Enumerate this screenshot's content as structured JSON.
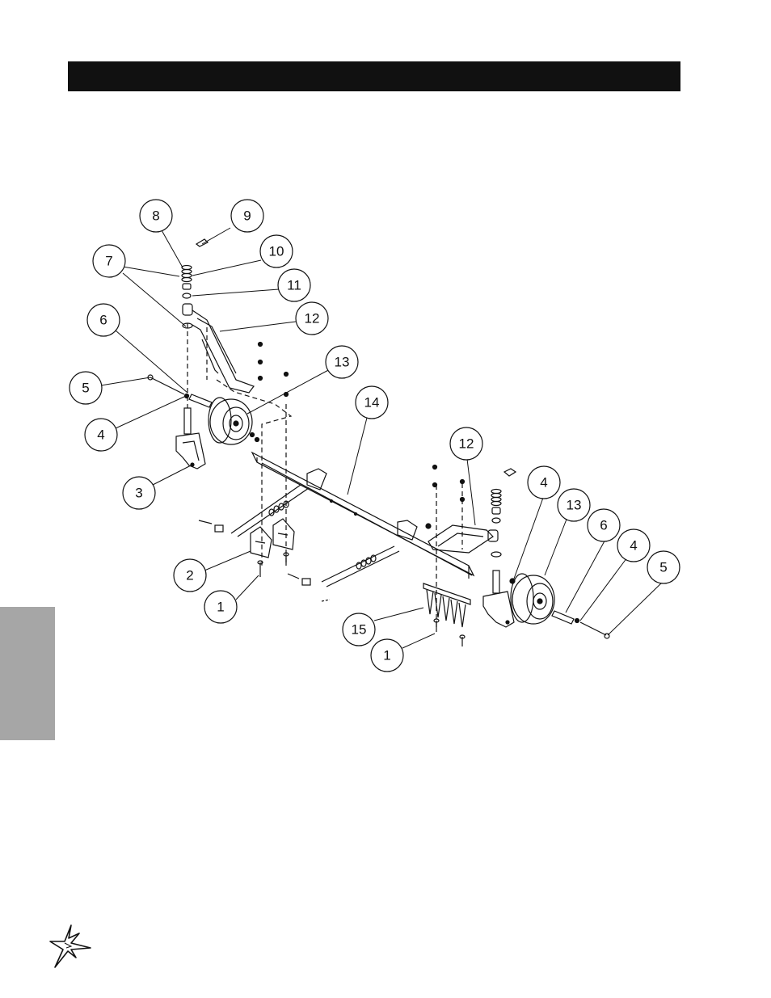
{
  "header": {
    "title": ""
  },
  "diagram": {
    "callouts": [
      {
        "label": "8"
      },
      {
        "label": "9"
      },
      {
        "label": "10"
      },
      {
        "label": "7"
      },
      {
        "label": "11"
      },
      {
        "label": "12"
      },
      {
        "label": "6"
      },
      {
        "label": "13"
      },
      {
        "label": "5"
      },
      {
        "label": "14"
      },
      {
        "label": "4"
      },
      {
        "label": "12"
      },
      {
        "label": "3"
      },
      {
        "label": "4"
      },
      {
        "label": "13"
      },
      {
        "label": "6"
      },
      {
        "label": "4"
      },
      {
        "label": "2"
      },
      {
        "label": "5"
      },
      {
        "label": "1"
      },
      {
        "label": "15"
      },
      {
        "label": "1"
      }
    ]
  },
  "colors": {
    "header_bar": "#111111",
    "side_tab": "#a6a6a6",
    "line": "#111111"
  },
  "logo": {
    "icon": "star-logo-icon"
  }
}
